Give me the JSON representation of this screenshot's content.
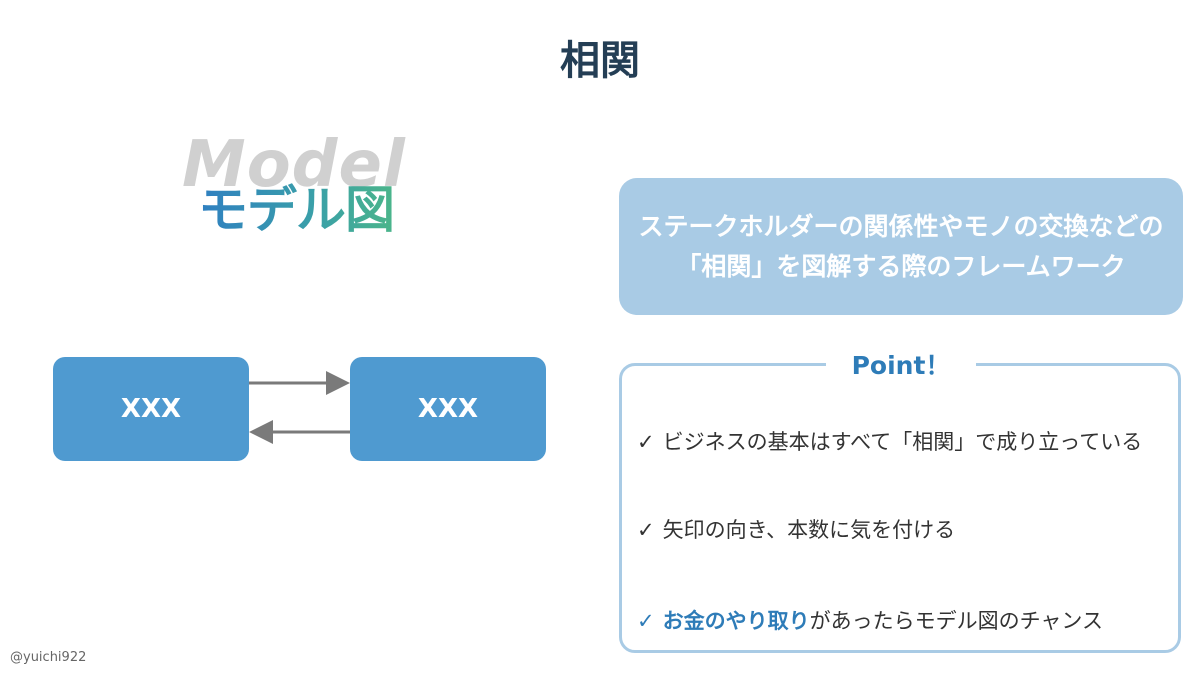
{
  "title": "相関",
  "model": {
    "bg_text": "Model",
    "fg_text": "モデル図"
  },
  "diagram": {
    "left_box": "XXX",
    "right_box": "XXX"
  },
  "summary": {
    "line1": "ステークホルダーの関係性やモノの交換などの",
    "line2": "「相関」を図解する際のフレームワーク"
  },
  "point": {
    "label": "Point！",
    "check": "✓",
    "items": [
      {
        "text": "ビジネスの基本はすべて「相関」で成り立っている"
      },
      {
        "text": "矢印の向き、本数に気を付ける"
      },
      {
        "emphasis": "お金のやり取り",
        "text": "があったらモデル図のチャンス"
      }
    ]
  },
  "credit": "@yuichi922",
  "colors": {
    "title": "#243e55",
    "box": "#4f9ad0",
    "summary_bg": "#a9cbe5",
    "accent": "#2e7cb8",
    "arrow": "#7a7a7a"
  }
}
